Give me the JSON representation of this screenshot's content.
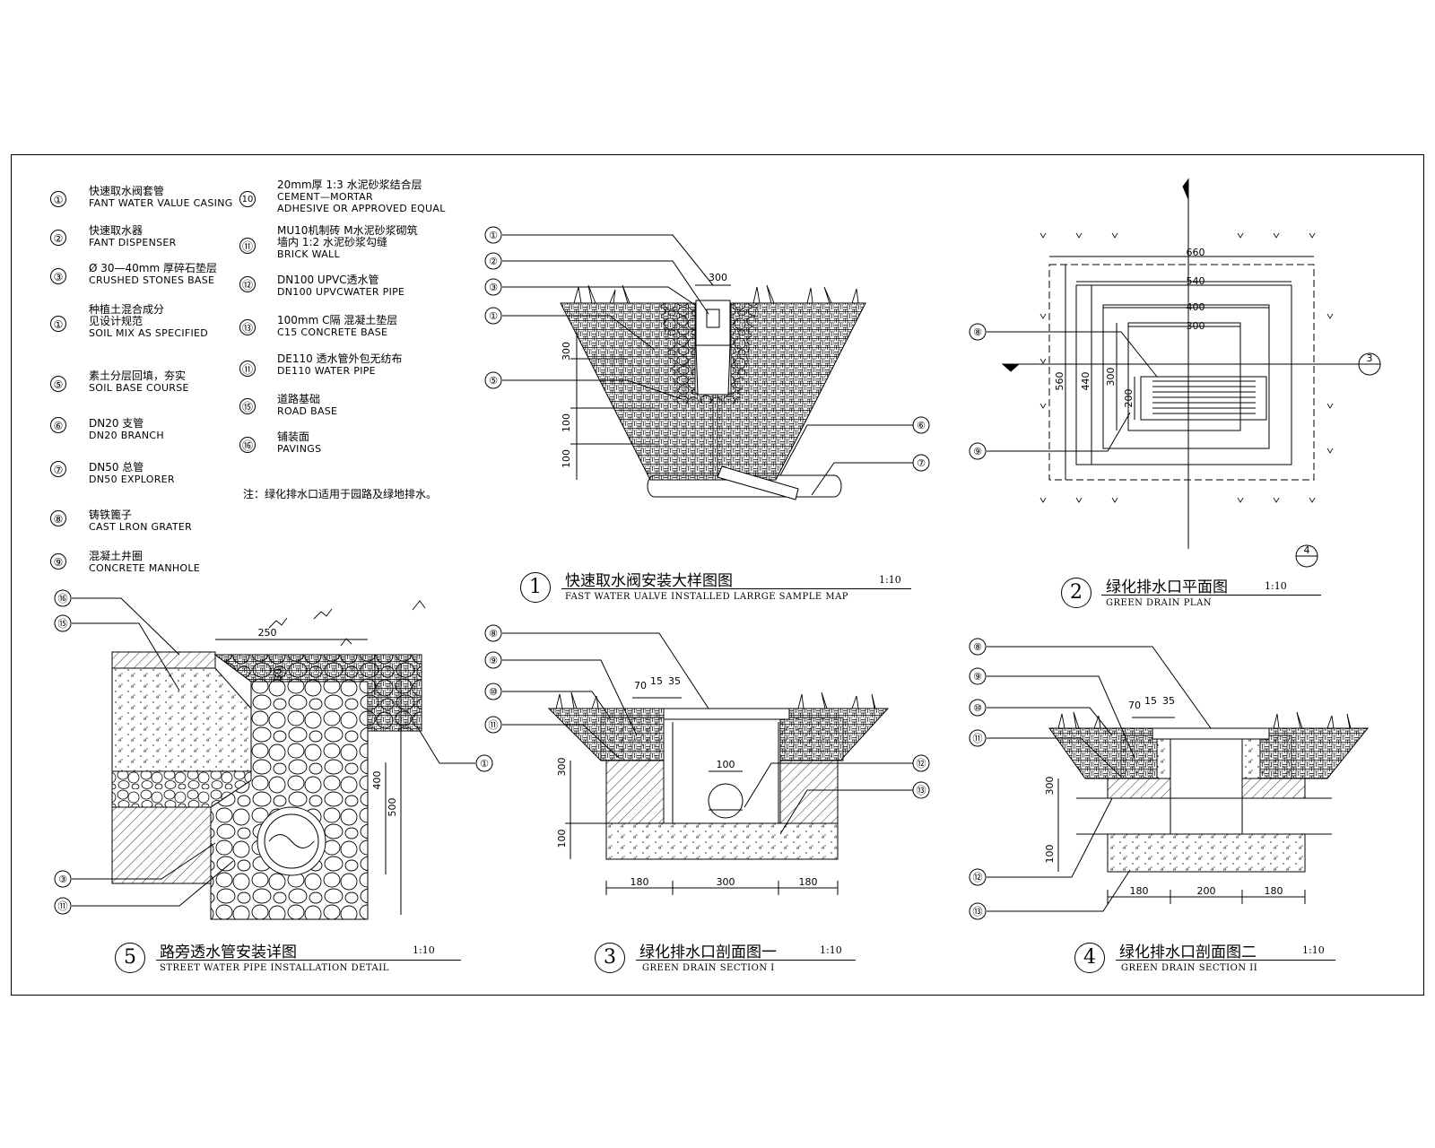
{
  "legend": [
    {
      "num": "①",
      "zh": "快速取水阀套管",
      "en": "FANT WATER VALUE CASING"
    },
    {
      "num": "②",
      "zh": "快速取水器",
      "en": "FANT DISPENSER"
    },
    {
      "num": "③",
      "zh": "Ø 30—40mm 厚碎石垫层",
      "en": "CRUSHED STONES BASE"
    },
    {
      "num": "①",
      "zh": "种植土混合成分",
      "zh2": "见设计规范",
      "en": "SOIL MIX AS SPECIFIED"
    },
    {
      "num": "⑤",
      "zh": "素土分层回填，夯实",
      "en": "SOIL BASE COURSE"
    },
    {
      "num": "⑥",
      "zh": "DN20 支管",
      "en": "DN20 BRANCH"
    },
    {
      "num": "⑦",
      "zh": "DN50 总管",
      "en": "DN50 EXPLORER"
    },
    {
      "num": "⑧",
      "zh": "铸铁篦子",
      "en": "CAST LRON GRATER"
    },
    {
      "num": "⑨",
      "zh": "混凝土井圈",
      "en": "CONCRETE MANHOLE"
    }
  ],
  "legend2": [
    {
      "num": "10",
      "zh": "20mm厚 1:3 水泥砂浆结合层",
      "en": "CEMENT—MORTAR",
      "en2": "ADHESIVE OR APPROVED EQUAL"
    },
    {
      "num": "⑪",
      "zh": "MU10机制砖       M水泥砂浆砌筑",
      "zh2": "墙内  1:2 水泥砂浆勾缝",
      "en": "BRICK WALL"
    },
    {
      "num": "⑫",
      "zh": "DN100 UPVC透水管",
      "en": "DN100 UPVCWATER PIPE"
    },
    {
      "num": "⑬",
      "zh": "100mm  C隔       混凝土垫层",
      "en": "C15 CONCRETE BASE"
    },
    {
      "num": "⑪",
      "zh": "DE110 透水管外包无纺布",
      "en": "DE110 WATER PIPE"
    },
    {
      "num": "⑮",
      "zh": "道路基础",
      "en": "ROAD BASE"
    },
    {
      "num": "⑯",
      "zh": "铺装面",
      "en": "PAVINGS"
    }
  ],
  "note": "注：绿化排水口适用于园路及绿地排水。",
  "titles": [
    {
      "num": "1",
      "zh": "快速取水阀安装大样图图",
      "en": "FAST WATER UALVE INSTALLED LARRGE SAMPLE MAP",
      "scale": "1:10"
    },
    {
      "num": "2",
      "zh": "绿化排水口平面图",
      "en": "GREEN DRAIN PLAN",
      "scale": "1:10"
    },
    {
      "num": "5",
      "zh": "路旁透水管安装详图",
      "en": "STREET WATER PIPE INSTALLATION DETAIL",
      "scale": "1:10"
    },
    {
      "num": "3",
      "zh": "绿化排水口剖面图一",
      "en": "GREEN DRAIN SECTION I",
      "scale": "1:10"
    },
    {
      "num": "4",
      "zh": "绿化排水口剖面图二",
      "en": "GREEN DRAIN SECTION II",
      "scale": "1:10"
    }
  ],
  "d1": {
    "callouts": [
      "①",
      "②",
      "③",
      "①",
      "⑤",
      "⑥",
      "⑦"
    ],
    "dims": [
      "300",
      "300",
      "100",
      "100"
    ]
  },
  "d2": {
    "callouts": [
      "⑧",
      "⑨"
    ],
    "dims": [
      "660",
      "540",
      "400",
      "300",
      "560",
      "440",
      "300",
      "200"
    ],
    "section_marks": [
      "3",
      "4"
    ]
  },
  "d5": {
    "callouts": [
      "⑯",
      "⑮",
      "①",
      "③",
      "⑪"
    ],
    "dims": [
      "250",
      "50",
      "400",
      "500"
    ]
  },
  "d3": {
    "callouts": [
      "⑧",
      "⑨",
      "⑩",
      "⑪",
      "⑫",
      "⑬"
    ],
    "dims": [
      "70",
      "15",
      "35",
      "100",
      "300",
      "100",
      "180",
      "300",
      "180"
    ]
  },
  "d4": {
    "callouts": [
      "⑧",
      "⑨",
      "⑩",
      "⑪",
      "⑫",
      "⑬"
    ],
    "dims": [
      "70",
      "15",
      "35",
      "300",
      "100",
      "180",
      "200",
      "180"
    ]
  }
}
